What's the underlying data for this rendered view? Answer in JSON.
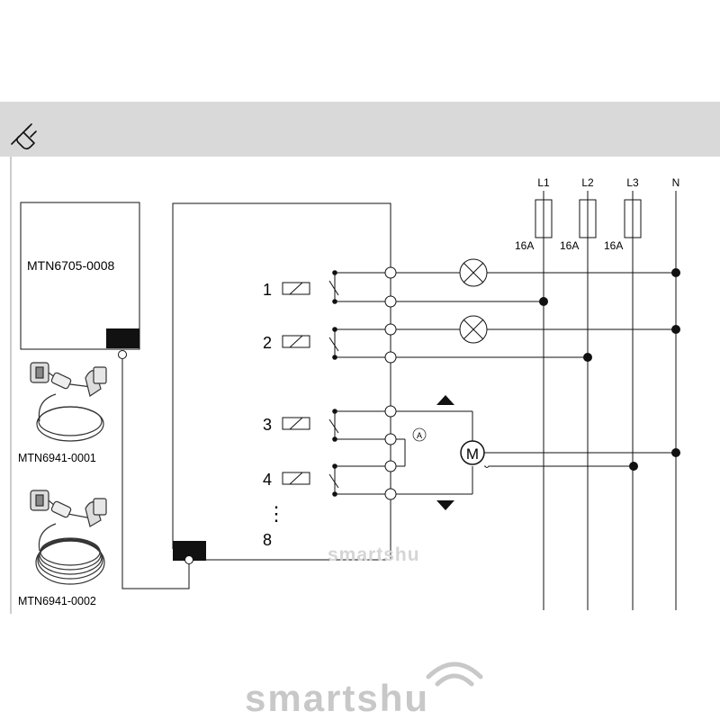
{
  "header": {
    "icon": "plug-icon"
  },
  "device": {
    "model": "MTN6705-0008"
  },
  "cables": [
    {
      "model": "MTN6941-0001",
      "icon": "cable-short-icon"
    },
    {
      "model": "MTN6941-0002",
      "icon": "cable-long-icon"
    }
  ],
  "phases": [
    {
      "label": "L1",
      "fuse": "16A"
    },
    {
      "label": "L2",
      "fuse": "16A"
    },
    {
      "label": "L3",
      "fuse": "16A"
    },
    {
      "label": "N"
    }
  ],
  "channels": [
    "1",
    "2",
    "3",
    "4",
    "8"
  ],
  "channel_ellipsis": "⋮",
  "motor": {
    "label": "M",
    "circle_label": "A"
  },
  "watermark": "smartshu",
  "colors": {
    "header_bg": "#d9d9d9",
    "line": "#111111",
    "watermark": "#c8c8c8"
  }
}
